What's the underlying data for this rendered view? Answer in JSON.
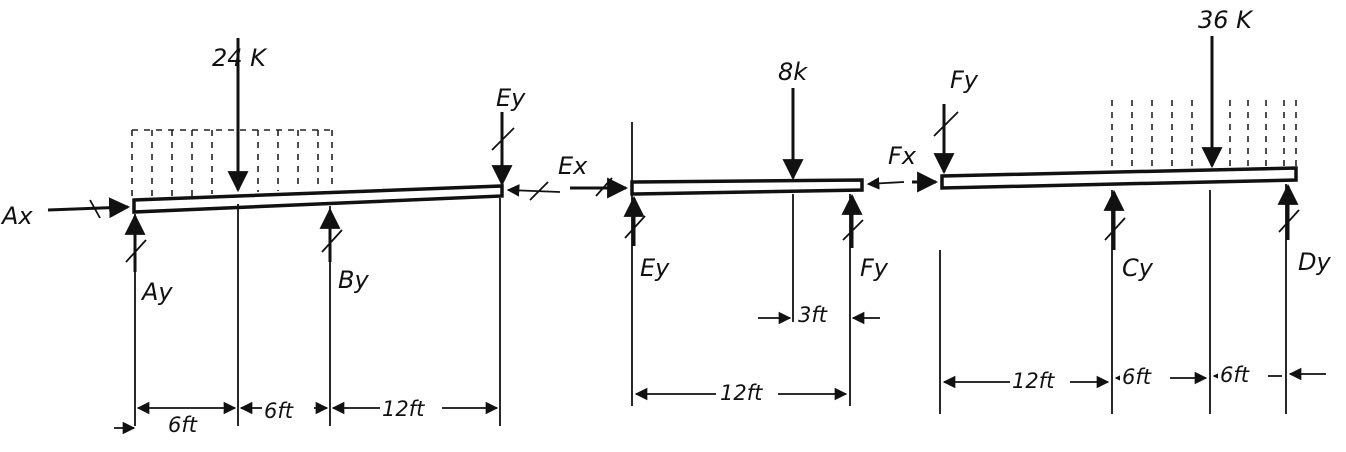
{
  "beam1": {
    "load": "24 K",
    "reactions": {
      "ax": "Ax",
      "ay": "Ay",
      "by": "By",
      "ey": "Ey"
    },
    "dims": [
      "6ft",
      "6ft",
      "12ft"
    ]
  },
  "beam2": {
    "load": "8k",
    "reactions": {
      "ex": "Ex",
      "ey": "Ey",
      "fy": "Fy"
    },
    "dims": {
      "offset": "3ft",
      "span": "12ft"
    }
  },
  "beam3": {
    "load": "36 K",
    "reactions": {
      "fx": "Fx",
      "fy": "Fy",
      "cy": "Cy",
      "dy": "Dy"
    },
    "dims": [
      "12ft",
      "6ft",
      "6ft"
    ]
  },
  "colors": {
    "ink": "#111111",
    "paper": "#ffffff"
  }
}
